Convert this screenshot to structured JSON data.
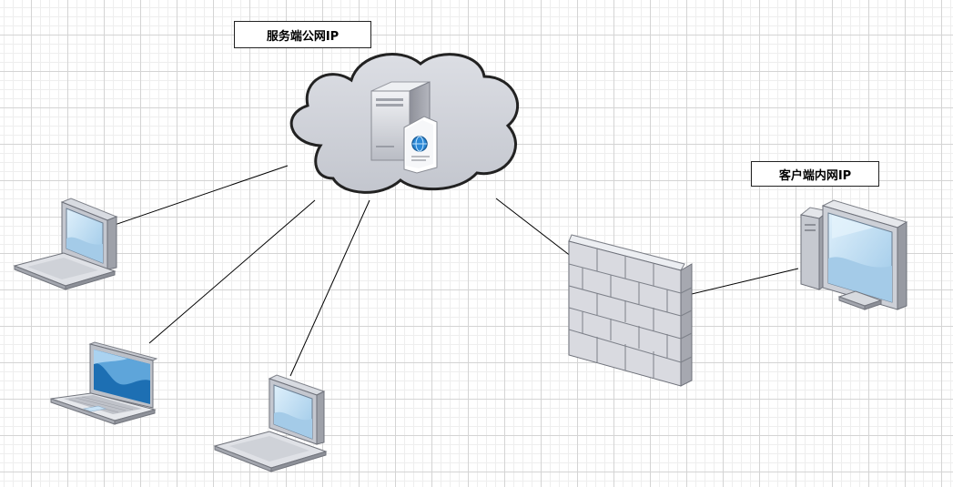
{
  "labels": {
    "server_public_ip": "服务端公网IP",
    "client_private_ip": "客户端内网IP"
  },
  "colors": {
    "canvas_background": "#ffffff",
    "grid_line": "#d4d4d4",
    "cloud_fill": "#d0d3da",
    "cloud_stroke": "#222222",
    "device_body": "#e3e5ea",
    "device_shadow": "#8c9099",
    "screen_light": "#bcdcf2",
    "screen_dark": "#1d6fb3",
    "wall_face": "#d9dae0",
    "wall_side": "#a6a8b0",
    "connector": "#000000"
  },
  "nodes": [
    {
      "id": "cloud-server",
      "icon": "cloud-server-icon"
    },
    {
      "id": "laptop-1",
      "icon": "laptop-icon"
    },
    {
      "id": "laptop-2",
      "icon": "laptop-icon"
    },
    {
      "id": "laptop-3",
      "icon": "laptop-icon"
    },
    {
      "id": "firewall",
      "icon": "firewall-icon"
    },
    {
      "id": "desktop-client",
      "icon": "desktop-computer-icon"
    }
  ],
  "edges": [
    {
      "from": "cloud-server",
      "to": "laptop-1"
    },
    {
      "from": "cloud-server",
      "to": "laptop-2"
    },
    {
      "from": "cloud-server",
      "to": "laptop-3"
    },
    {
      "from": "cloud-server",
      "to": "firewall"
    },
    {
      "from": "firewall",
      "to": "desktop-client"
    }
  ]
}
